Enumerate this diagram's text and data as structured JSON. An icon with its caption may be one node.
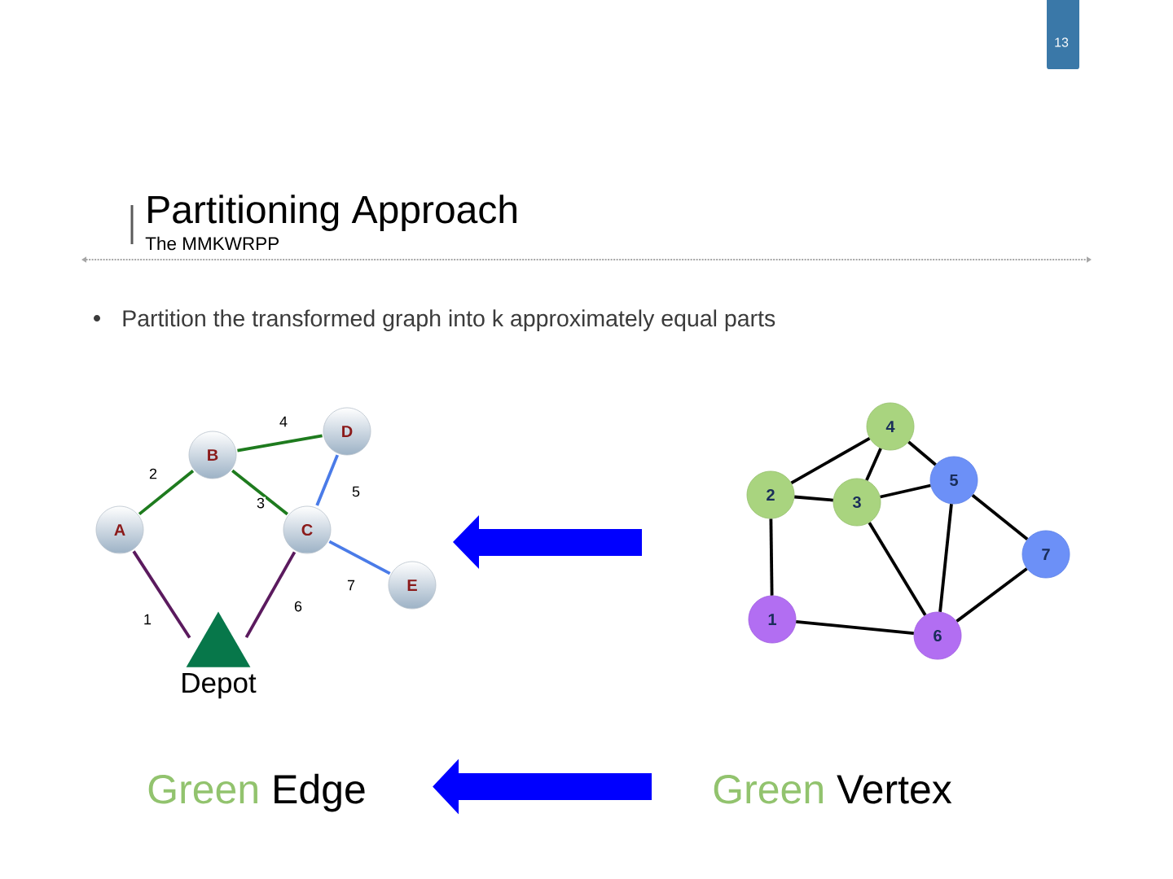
{
  "diagram": {
    "title": "Partitioning Approach",
    "nodes": [
      {
        "text": [
          "A"
        ]
      },
      {
        "text": [
          "B"
        ]
      },
      {
        "text": [
          "C"
        ]
      },
      {
        "text": [
          "D"
        ]
      },
      {
        "text": [
          "E"
        ]
      },
      {
        "text": [],
        "shape": "triangle",
        "beside": [
          "Depot"
        ]
      },
      {
        "text": [
          "1"
        ]
      },
      {
        "text": [
          "2"
        ]
      },
      {
        "text": [
          "3"
        ]
      },
      {
        "text": [
          "4"
        ]
      },
      {
        "text": [
          "5"
        ]
      },
      {
        "text": [
          "6"
        ]
      },
      {
        "text": [
          "7"
        ]
      },
      {
        "text": [
          "Green",
          "Edge"
        ]
      },
      {
        "text": [
          "Green",
          "Vertex"
        ]
      }
    ],
    "edges": [
      {
        "from": 0,
        "to": 1,
        "arrow": "none",
        "label": "2",
        "color": "#1e7b1e"
      },
      {
        "from": 1,
        "to": 3,
        "arrow": "none",
        "label": "4",
        "color": "#1e7b1e"
      },
      {
        "from": 1,
        "to": 2,
        "arrow": "none",
        "label": "3",
        "color": "#1e7b1e"
      },
      {
        "from": 3,
        "to": 2,
        "arrow": "none",
        "label": "5",
        "color": "#4a7be8"
      },
      {
        "from": 2,
        "to": 4,
        "arrow": "none",
        "label": "7",
        "color": "#4a7be8"
      },
      {
        "from": 0,
        "to": 5,
        "arrow": "none",
        "label": "1",
        "color": "#5b1a5e"
      },
      {
        "from": 2,
        "to": 5,
        "arrow": "none",
        "label": "6",
        "color": "#5b1a5e"
      },
      {
        "from": 7,
        "to": 9,
        "arrow": "none"
      },
      {
        "from": 9,
        "to": 8,
        "arrow": "none"
      },
      {
        "from": 9,
        "to": 10,
        "arrow": "none"
      },
      {
        "from": 7,
        "to": 8,
        "arrow": "none"
      },
      {
        "from": 8,
        "to": 10,
        "arrow": "none"
      },
      {
        "from": 7,
        "to": 6,
        "arrow": "none"
      },
      {
        "from": 8,
        "to": 11,
        "arrow": "none"
      },
      {
        "from": 10,
        "to": 11,
        "arrow": "none"
      },
      {
        "from": 10,
        "to": 12,
        "arrow": "none"
      },
      {
        "from": 6,
        "to": 11,
        "arrow": "none"
      },
      {
        "from": 12,
        "to": 11,
        "arrow": "none"
      },
      {
        "from": 14,
        "to": 13,
        "arrow": "to",
        "style": "thick",
        "color": "#0000ff"
      }
    ],
    "labels": [
      "13",
      "The MMKWRPP",
      "Partition the transformed graph into k approximately equal parts"
    ]
  }
}
